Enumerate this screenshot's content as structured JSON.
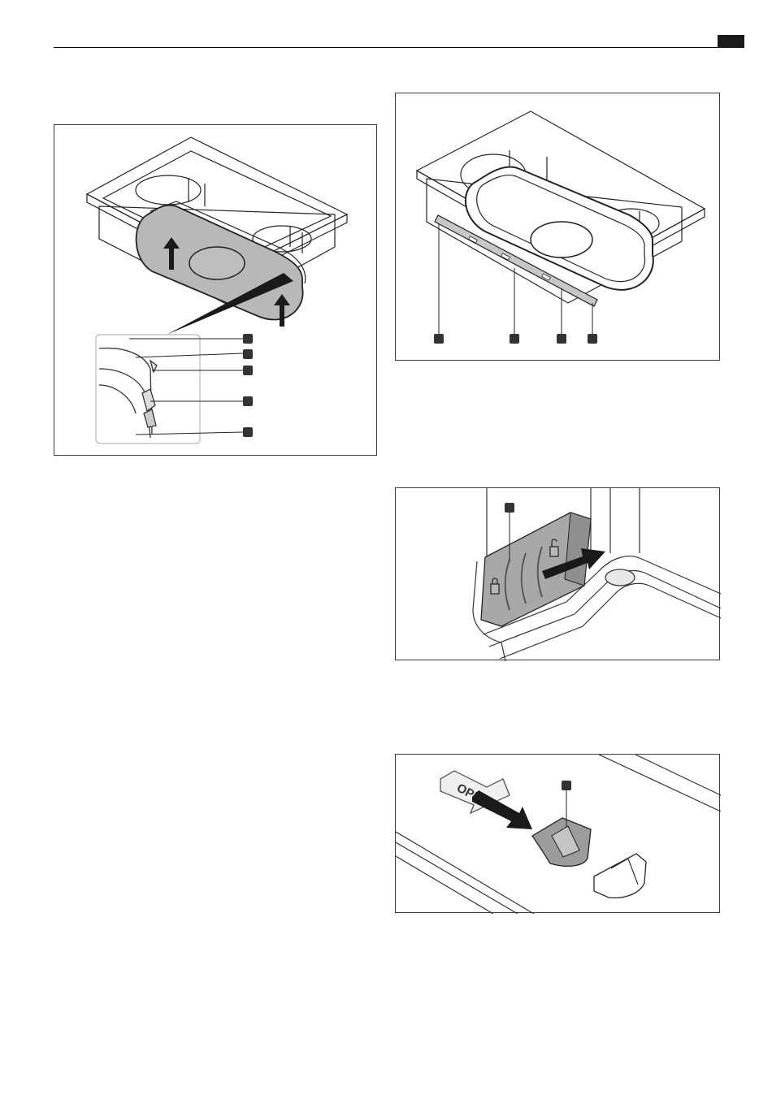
{
  "header": {
    "tab_color": "#1a1a1a",
    "rule_color": "#000000"
  },
  "figures": [
    {
      "id": "fig-filter-cover-lift",
      "callouts": 5,
      "arrows": 2
    },
    {
      "id": "fig-strip-removed",
      "callouts": 4
    },
    {
      "id": "fig-slide-lock",
      "callouts": 1,
      "lock_icons": [
        "padlock-closed-icon",
        "padlock-open-icon"
      ]
    },
    {
      "id": "fig-open-tab",
      "callouts": 1,
      "tab_text": "OPEN"
    }
  ],
  "colors": {
    "callout": "#333333",
    "part_gray": "#b8b8b8",
    "dark_gray": "#808080",
    "line": "#222222"
  }
}
